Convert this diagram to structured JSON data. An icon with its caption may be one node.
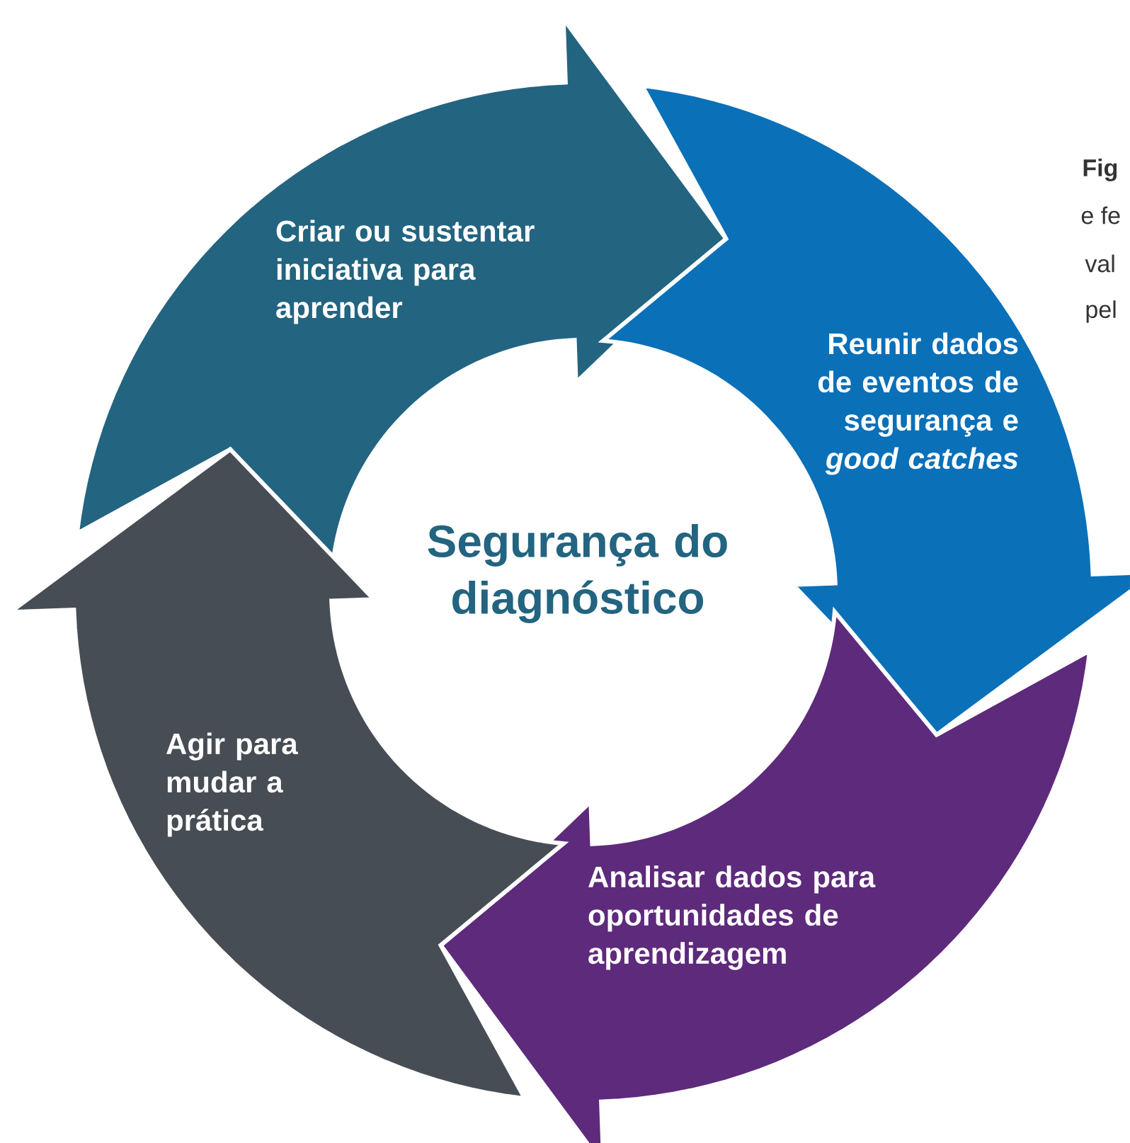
{
  "diagram": {
    "title": "Segurança do diagnóstico",
    "nodes": [
      {
        "text": [
          "Criar ou sustentar iniciativa para aprender"
        ]
      },
      {
        "text": [
          "Reunir dados de eventos de segurança e *good catches*"
        ]
      },
      {
        "text": [
          "Analisar dados para oportunidades de aprendizagem"
        ]
      },
      {
        "text": [
          "Agir para mudar a prática"
        ]
      }
    ],
    "labels": [
      "Fig",
      "e fe",
      "val",
      "pel"
    ]
  }
}
